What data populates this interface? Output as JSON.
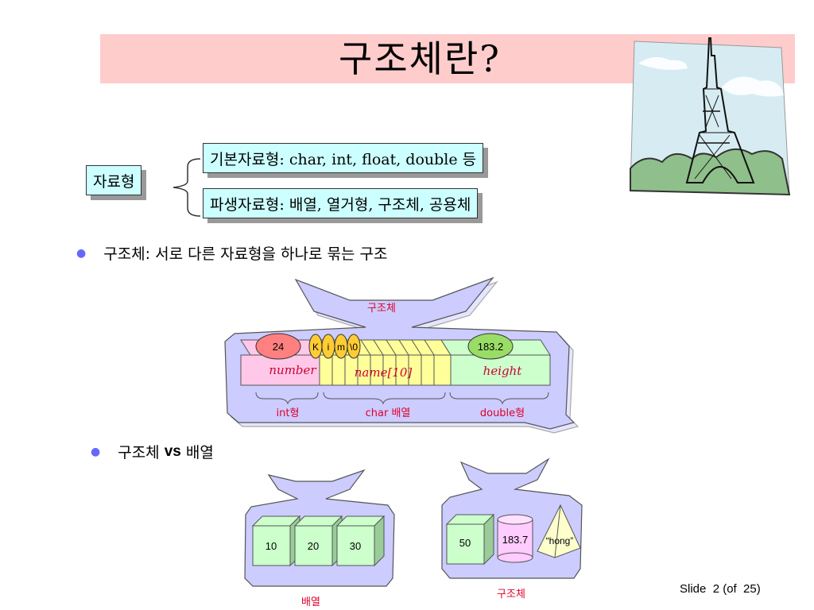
{
  "title": "구조체란?",
  "box_root": "자료형",
  "box_basic": "기본자료형: char, int, float, double 등",
  "box_derived": "파생자료형: 배열, 열거형, 구조체, 공용체",
  "bullet1": "구조체: 서로 다른 자료형을 하나로 묶는 구조",
  "bullet2_a": "구조체 ",
  "bullet2_b": "vs",
  "bullet2_c": " 배열",
  "diagram1": {
    "bag_label": "구조체",
    "val_number": "24",
    "chars": [
      "K",
      "i",
      "m",
      "\\0"
    ],
    "val_height": "183.2",
    "field_number": "number",
    "field_name": "name[10]",
    "field_height": "height",
    "type_int": "int형",
    "type_char": "char 배열",
    "type_double": "double형"
  },
  "diagram2": {
    "array_values": [
      "10",
      "20",
      "30"
    ],
    "array_label": "배열",
    "struct_values": [
      "50",
      "183.7",
      "“hong”"
    ],
    "struct_label": "구조체"
  },
  "footer": {
    "slide": "Slide  2 (of  25)"
  },
  "colors": {
    "title_band": "#ffcccc",
    "box_fill": "#ccffff",
    "bag_fill": "#ccccff",
    "label_red": "#e0002a",
    "bullet": "#6666ff"
  }
}
